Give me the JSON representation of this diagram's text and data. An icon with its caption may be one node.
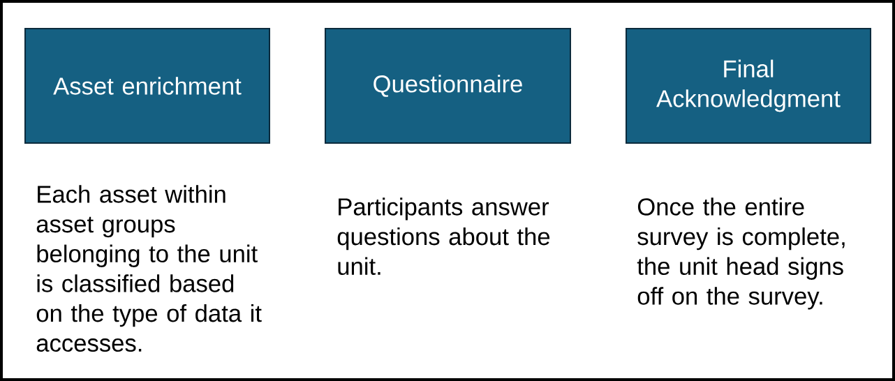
{
  "diagram": {
    "nodes": [
      {
        "text": [
          "Asset enrichment"
        ],
        "beside": [
          "Each asset within asset groups belonging to the unit is classified based on the type of data it accesses."
        ]
      },
      {
        "text": [
          "Questionnaire"
        ],
        "beside": [
          "Participants answer questions about the unit."
        ]
      },
      {
        "text": [
          "Final Acknowledgment"
        ],
        "beside": [
          "Once the entire survey is complete, the unit head signs off on the survey."
        ]
      }
    ]
  }
}
